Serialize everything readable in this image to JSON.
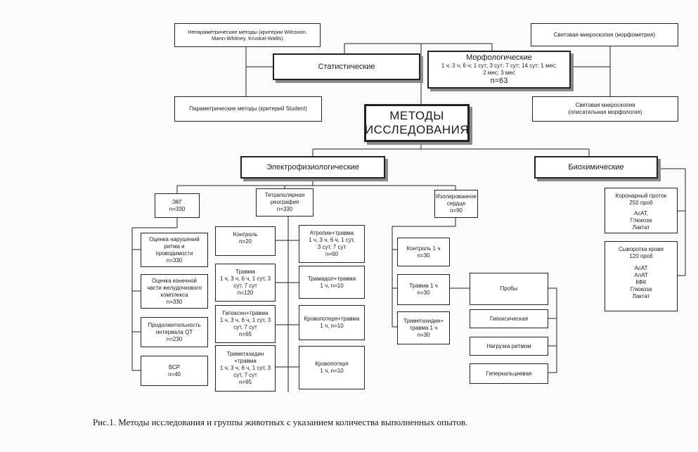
{
  "diagram": {
    "center": {
      "line1": "МЕТОДЫ",
      "line2": "ИССЛЕДОВАНИЯ"
    },
    "statistical": {
      "label": "Статистические",
      "nonparametric": {
        "line1": "Непараметрические методы (критерии Wilcoxon,",
        "line2": "Mann-Whitney, Kruskal-Wallis)"
      },
      "parametric": "Параметрические методы (критерий Student)"
    },
    "morphological": {
      "label": "Морфологические",
      "line2": "1 ч; 3 ч; 6 ч; 1 сут; 3 сут; 7 сут; 14 сут; 1 мес;",
      "line3": "2 мес; 3 мес",
      "n": "n=63",
      "light_morphometry": "Световая микроскопия (морфометрия)",
      "light_descriptive": {
        "line1": "Световая микроскопия",
        "line2": "(описательная морфология)"
      }
    },
    "electro": {
      "label": "Электрофизиологические",
      "ecg": {
        "label": "ЭКГ",
        "n": "n=330",
        "items": [
          {
            "l1": "Оценка нарушений",
            "l2": "ритма и",
            "l3": "проводимости",
            "l4": "n=330"
          },
          {
            "l1": "Оценка конечной",
            "l2": "части желудочкового",
            "l3": "комплекса",
            "l4": "n=330"
          },
          {
            "l1": "Продолжительность",
            "l2": "интервала QT",
            "l3": "n=230"
          },
          {
            "l1": "ВСР",
            "l2": "n=40"
          }
        ]
      },
      "rheo": {
        "l1": "Тетраполярная",
        "l2": "реография",
        "n": "n=330",
        "left": [
          {
            "l1": "Контроль",
            "l2": "n=20"
          },
          {
            "l1": "Травма",
            "l2": "1 ч, 3 ч, 6 ч, 1 сут, 3",
            "l3": "сут, 7 сут",
            "l4": "n=120"
          },
          {
            "l1": "Гипоксен+травма",
            "l2": "1 ч, 3 ч, 6 ч, 1 сут, 3",
            "l3": "сут, 7 сут",
            "l4": "n=65"
          },
          {
            "l1": "Триметазидин",
            "l2": "+травма",
            "l3": "1 ч, 3 ч, 6 ч, 1 сут, 3",
            "l4": "сут, 7 сут",
            "l5": "n=65"
          }
        ],
        "right": [
          {
            "l1": "Атропин+травма",
            "l2": "1 ч, 3 ч, 6 ч, 1 сут,",
            "l3": "3 сут, 7 сут",
            "l4": "n=60"
          },
          {
            "l1": "Трамадол+травма",
            "l2": "1 ч, n=10"
          },
          {
            "l1": "Кровопотеря+травма",
            "l2": "1 ч, n=10"
          },
          {
            "l1": "Кровопотеря",
            "l2": "1 ч, n=10"
          }
        ]
      },
      "heart": {
        "l1": "Изолированное",
        "l2": "сердце",
        "n": "n=90",
        "groups": [
          {
            "l1": "Контроль 1 ч",
            "l2": "n=30"
          },
          {
            "l1": "Травма 1 ч",
            "l2": "n=30"
          },
          {
            "l1": "Триметазидин+",
            "l2": "травма 1 ч",
            "l3": "n=30"
          }
        ],
        "tests_label": "Пробы",
        "tests": [
          "Гипоксическая",
          "Нагрузка ритмом",
          "Гиперкальциевая"
        ]
      }
    },
    "bio": {
      "label": "Биохимические",
      "coronary": {
        "l1": "Коронарный проток",
        "l2": "250 проб",
        "l3": "АсАТ,",
        "l4": "Глюкоза",
        "l5": "Лактат"
      },
      "serum": {
        "l1": "Сыворотка крови",
        "l2": "120 проб",
        "l3": "АсАТ",
        "l4": "АлАТ",
        "l5": "КФК",
        "l6": "Глюкоза",
        "l7": "Лактат"
      }
    }
  },
  "caption": "Рис.1. Методы исследования и группы животных с указанием количества выполненных опытов."
}
